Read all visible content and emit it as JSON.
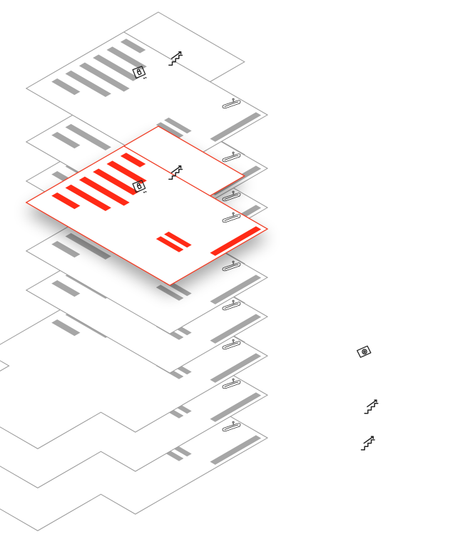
{
  "diagram": {
    "kind": "isometric stacked floor plans",
    "floor_count": 9,
    "highlighted_floor_index": 3,
    "colors": {
      "background": "#ffffff",
      "floor_fill": "#ffffff",
      "floor_stroke": "#9a9a9a",
      "room_fill": "#a6a6a6",
      "highlight_stroke": "#ef3b24",
      "highlight_fill": "#ff2a12",
      "icon_stroke": "#222222",
      "shadow": "#000000"
    },
    "icons": [
      "stairs-icon",
      "escalator-icon",
      "restroom-icon",
      "elevator-icon",
      "camera-icon"
    ]
  }
}
